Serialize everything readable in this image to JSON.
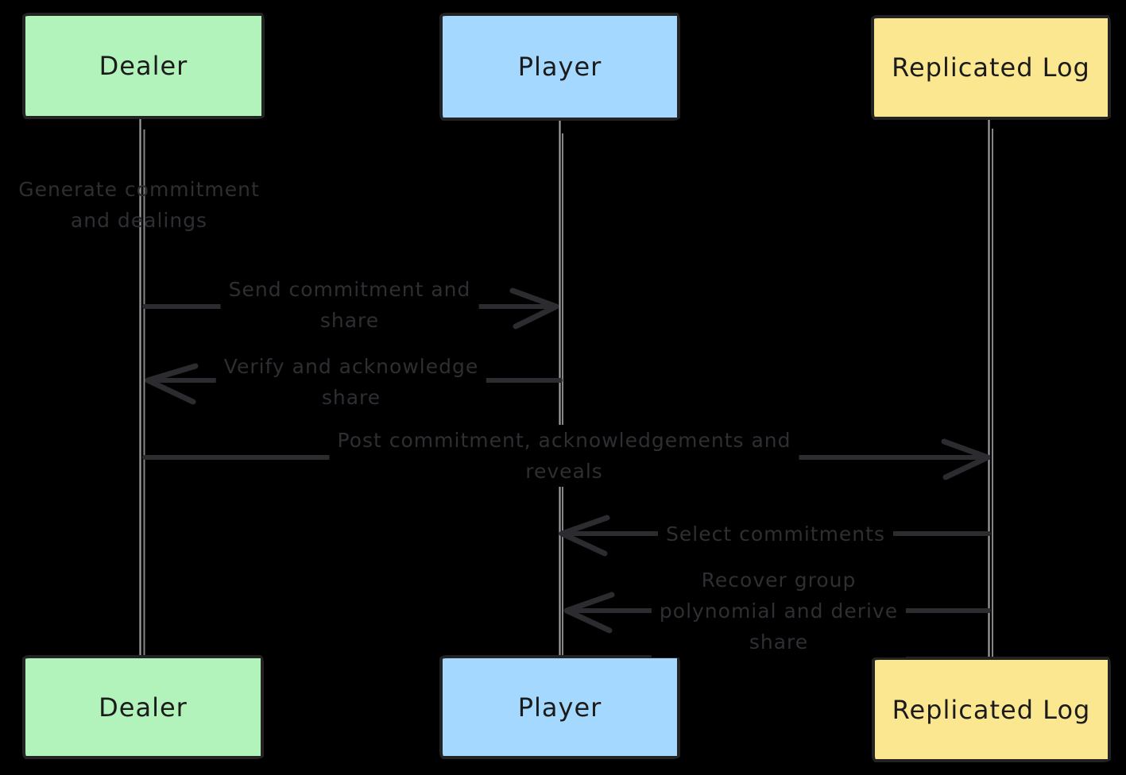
{
  "diagram": {
    "type": "sequence-diagram",
    "background": "#000000",
    "stroke_color": "#2b2b30",
    "message_text_color": "#2e2e33",
    "lifeline_color": "#9e9e9e",
    "box_border_color": "#232323",
    "box_text_color": "#1b1b1b"
  },
  "actors": [
    {
      "name": "Dealer",
      "fill": "#b2f2bb"
    },
    {
      "name": "Player",
      "fill": "#a5d8ff"
    },
    {
      "name": "Replicated Log",
      "fill": "#fbe78f"
    }
  ],
  "messages": [
    {
      "kind": "note",
      "actor": "Dealer",
      "text": "Generate commitment and dealings",
      "lines": [
        "Generate commitment",
        "and dealings"
      ]
    },
    {
      "kind": "message",
      "from": "Dealer",
      "to": "Player",
      "text": "Send commitment and share",
      "lines": [
        "Send commitment and",
        "share"
      ]
    },
    {
      "kind": "message",
      "from": "Player",
      "to": "Dealer",
      "text": "Verify and acknowledge share",
      "lines": [
        "Verify and acknowledge",
        "share"
      ]
    },
    {
      "kind": "message",
      "from": "Dealer",
      "to": "Replicated Log",
      "text": "Post commitment, acknowledgements and reveals",
      "lines": [
        "Post commitment, acknowledgements and",
        "reveals"
      ]
    },
    {
      "kind": "message",
      "from": "Replicated Log",
      "to": "Player",
      "text": "Select commitments",
      "lines": [
        "Select commitments"
      ]
    },
    {
      "kind": "message",
      "from": "Replicated Log",
      "to": "Player",
      "text": "Recover group polynomial and derive share",
      "lines": [
        "Recover group",
        "polynomial and derive",
        "share"
      ]
    }
  ]
}
